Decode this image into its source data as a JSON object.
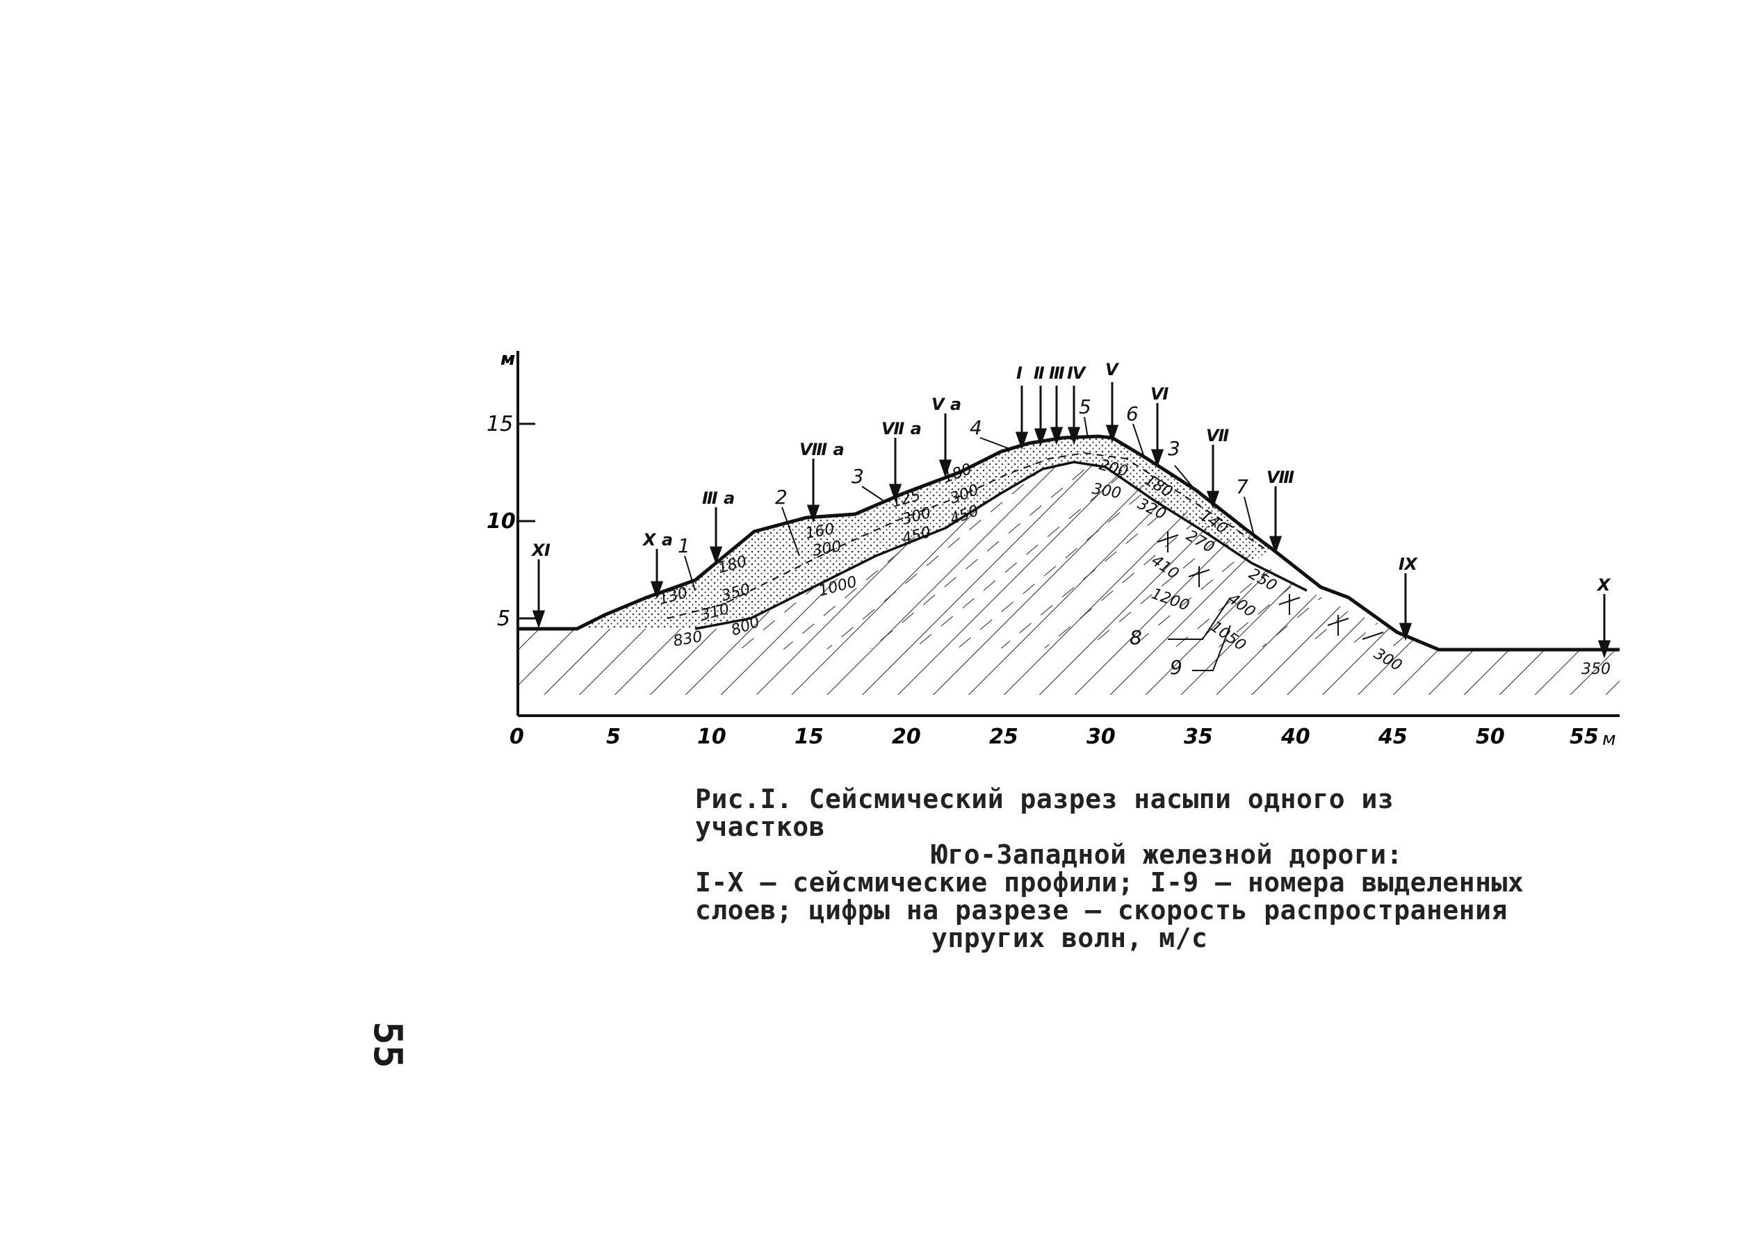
{
  "figure": {
    "y_unit": "м",
    "x_unit": "м",
    "y_ticks": [
      "15",
      "10",
      "5"
    ],
    "x_ticks": [
      "0",
      "5",
      "10",
      "15",
      "20",
      "25",
      "30",
      "35",
      "40",
      "45",
      "50",
      "55"
    ],
    "profiles": [
      "Ⅰ",
      "Ⅱ",
      "Ⅲ",
      "Ⅳ",
      "Ⅴ",
      "Ⅵ",
      "Ⅶ",
      "Ⅷ",
      "Ⅸ",
      "Ⅹ",
      "Ⅺ"
    ],
    "profiles_a": [
      "Ⅹ a",
      "Ⅲ a",
      "Ⅷ a",
      "Ⅶ a",
      "Ⅴ a"
    ],
    "layer_numbers": [
      "1",
      "2",
      "3",
      "4",
      "5",
      "6",
      "3",
      "7",
      "8",
      "9"
    ],
    "velocities": [
      "130",
      "180",
      "160",
      "125",
      "180",
      "310",
      "350",
      "300",
      "300",
      "300",
      "200",
      "180",
      "140",
      "300",
      "320",
      "270",
      "250",
      "450",
      "450",
      "1000",
      "830",
      "800",
      "410",
      "1200",
      "400",
      "1050",
      "300",
      "350"
    ]
  },
  "caption": {
    "line1": "Рис.I. Сейсмический разрез насыпи одного из участков",
    "line2": "Юго-Западной железной дороги:",
    "line3": "I-X – сейсмические профили; I-9 – номера выделенных",
    "line4": "слоев; цифры на разрезе – скорость распространения",
    "line5": "упругих волн, м/с"
  },
  "page_number": "55"
}
